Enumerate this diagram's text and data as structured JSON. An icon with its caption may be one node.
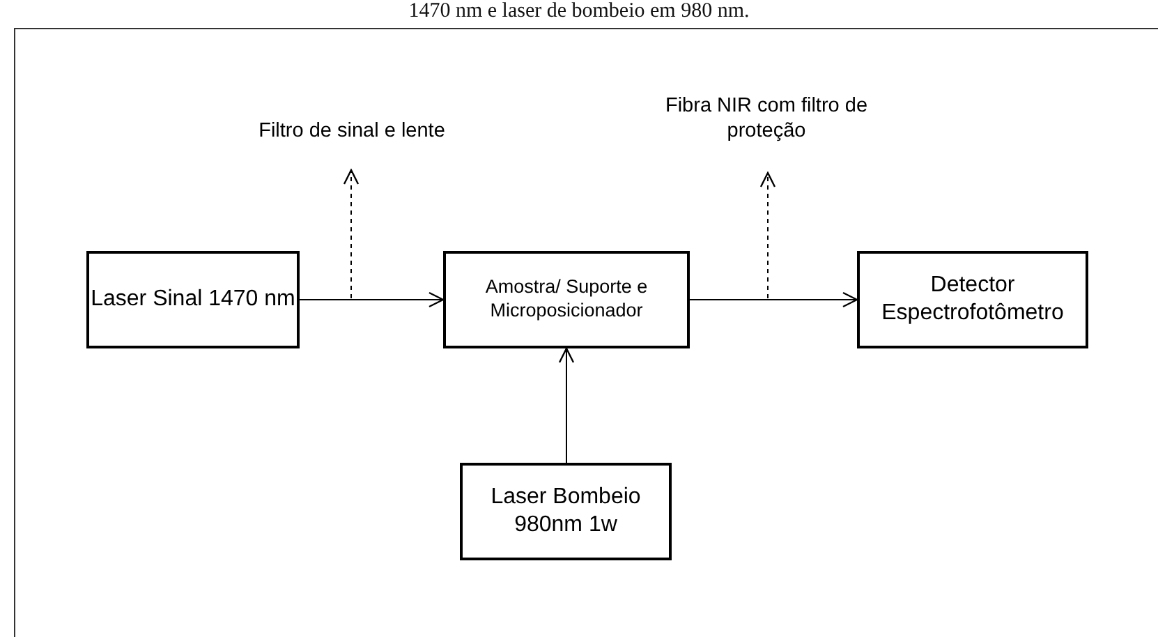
{
  "diagram": {
    "caption": "1470 nm e laser de bombeio em 980 nm.",
    "nodes": [
      {
        "text": [
          "Laser Sinal 1470 nm"
        ]
      },
      {
        "text": [
          "Amostra/ Suporte e Microposicionador"
        ]
      },
      {
        "text": [
          "Detector Espectrofotômetro"
        ]
      },
      {
        "text": [
          "Laser Bombeio 980nm 1w"
        ]
      },
      {
        "text": [
          "Filtro de sinal e lente"
        ]
      },
      {
        "text": [
          "Fibra NIR com filtro de proteção"
        ]
      }
    ],
    "edges": [
      {
        "from": 0,
        "to": 1,
        "arrow": "to"
      },
      {
        "from": 1,
        "to": 2,
        "arrow": "to"
      },
      {
        "from": 3,
        "to": 1,
        "arrow": "to"
      },
      {
        "from": null,
        "to": 4,
        "arrow": "to",
        "style": "dashed"
      },
      {
        "from": null,
        "to": 5,
        "arrow": "to",
        "style": "dashed"
      }
    ]
  }
}
